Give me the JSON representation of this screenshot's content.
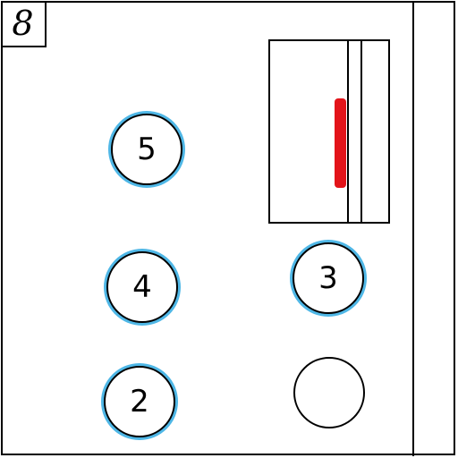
{
  "floor_indicator": {
    "value": "8"
  },
  "buttons": [
    {
      "label": "5",
      "lit": true
    },
    {
      "label": "4",
      "lit": true
    },
    {
      "label": "2",
      "lit": true
    },
    {
      "label": "3",
      "lit": true
    },
    {
      "label": "",
      "lit": false
    }
  ],
  "colors": {
    "lit_ring": "#4fb7e6",
    "door_handle": "#e3141a",
    "line": "#000000",
    "background": "#ffffff"
  }
}
